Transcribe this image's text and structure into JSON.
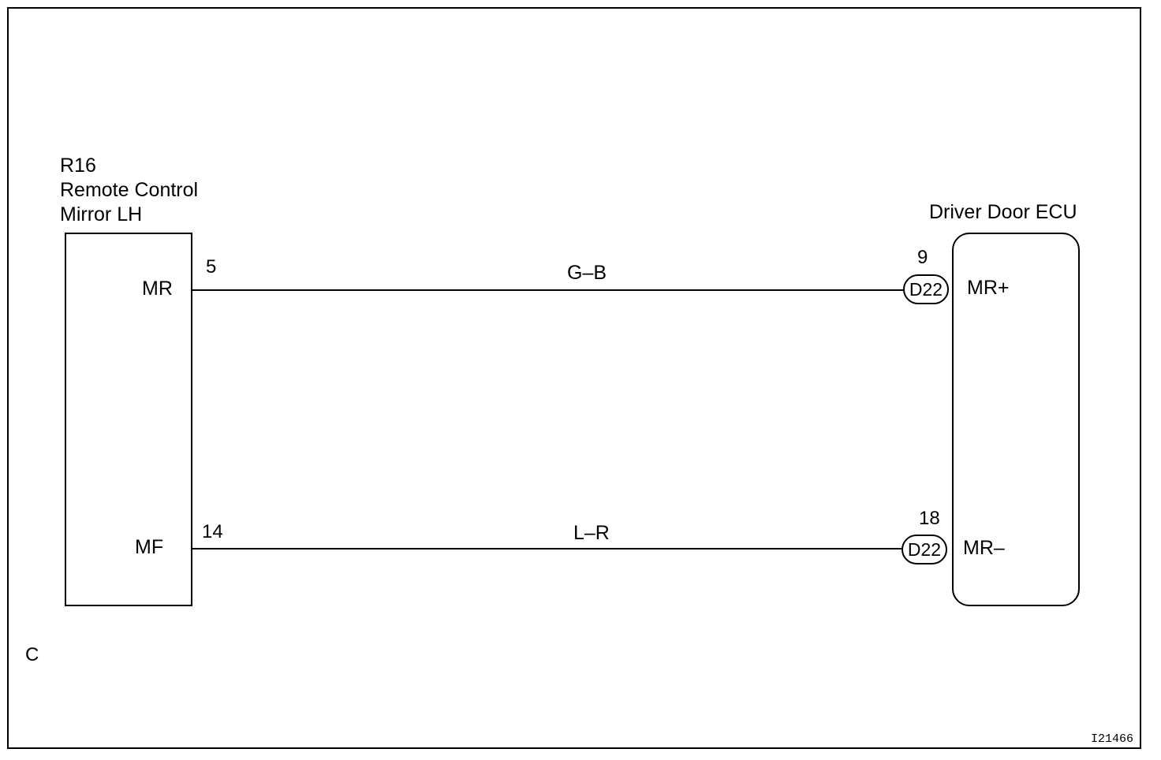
{
  "left_component": {
    "code": "R16",
    "name_line1": "Remote Control",
    "name_line2": "Mirror LH",
    "terminal_top": "MR",
    "terminal_bottom": "MF"
  },
  "right_component": {
    "name": "Driver Door ECU",
    "terminal_top": "MR+",
    "terminal_bottom": "MR–"
  },
  "wires": [
    {
      "from_pin": "5",
      "color_code": "G–B",
      "to_pin": "9",
      "connector": "D22"
    },
    {
      "from_pin": "14",
      "color_code": "L–R",
      "to_pin": "18",
      "connector": "D22"
    }
  ],
  "corner_letter": "C",
  "figure_id": "I21466"
}
